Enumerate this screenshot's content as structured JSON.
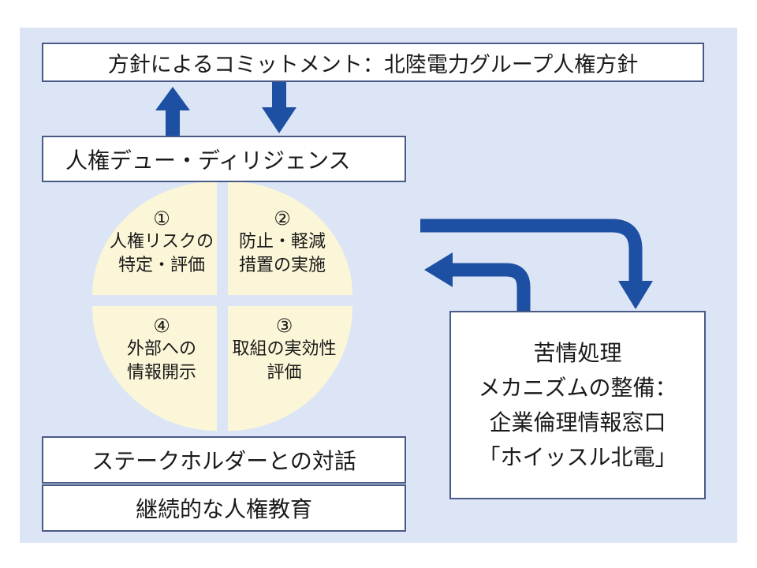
{
  "policy": {
    "label": "方針によるコミットメント：北陸電力グループ人権方針"
  },
  "due_diligence": {
    "label": "人権デュー・ディリジェンス"
  },
  "cycle": {
    "q1": {
      "number": "①",
      "line1": "人権リスクの",
      "line2": "特定・評価"
    },
    "q2": {
      "number": "②",
      "line1": "防止・軽減",
      "line2": "措置の実施"
    },
    "q3": {
      "number": "③",
      "line1": "取組の実効性",
      "line2": "評価"
    },
    "q4": {
      "number": "④",
      "line1": "外部への",
      "line2": "情報開示"
    }
  },
  "stakeholder": {
    "label": "ステークホルダーとの対話"
  },
  "education": {
    "label": "継続的な人権教育"
  },
  "grievance": {
    "line1": "苦情処理",
    "line2": "メカニズムの整備：",
    "line3": "企業倫理情報窓口",
    "line4": "「ホイッスル北電」"
  },
  "colors": {
    "arrow": "#1d4fa3",
    "circle": "#fcf6d8",
    "border": "#4a5a86",
    "panel": "#dce5f5"
  }
}
